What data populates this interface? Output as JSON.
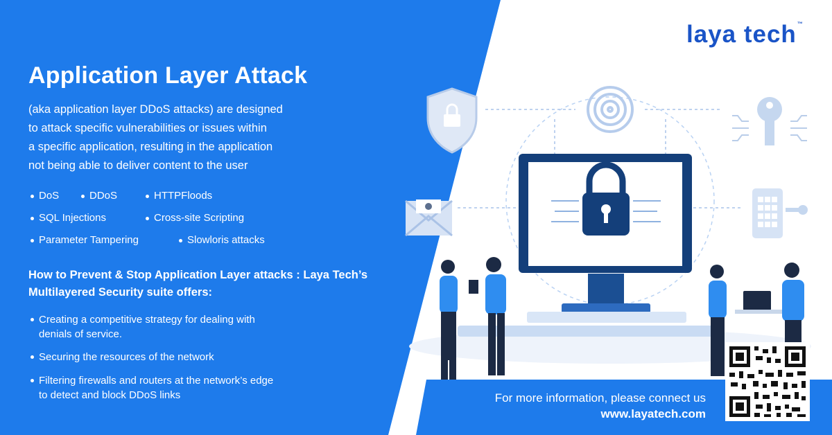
{
  "brand": {
    "name": "laya tech",
    "trademark": "™",
    "blue": "#1E7BEB",
    "dark_blue": "#1a54c7"
  },
  "headline": "Application Layer Attack",
  "intro": [
    "(aka application layer DDoS attacks) are designed",
    "to attack specific vulnerabilities or issues within",
    "a specific application, resulting in the application",
    "not being able to deliver content to the user"
  ],
  "attack_types": [
    "DoS",
    "DDoS",
    "HTTPFloods",
    "SQL Injections",
    "Cross-site Scripting",
    "Parameter Tampering",
    "Slowloris attacks"
  ],
  "prevent_heading": [
    "How to Prevent & Stop Application Layer attacks : Laya Tech’s",
    "Multilayered Security suite offers:"
  ],
  "offers": [
    [
      "Creating a competitive strategy for dealing with",
      "denials of service."
    ],
    [
      "Securing the resources of the network"
    ],
    [
      "Filtering firewalls and routers at the network’s edge",
      "to detect and block DDoS links"
    ]
  ],
  "contact": {
    "line": "For more information, please connect us",
    "url": "www.layatech.com"
  },
  "icons": [
    "shield-lock-icon",
    "fingerprint-icon",
    "key-icon",
    "envelope-virus-icon",
    "phone-keypad-icon",
    "padlock-icon",
    "qr-code"
  ]
}
